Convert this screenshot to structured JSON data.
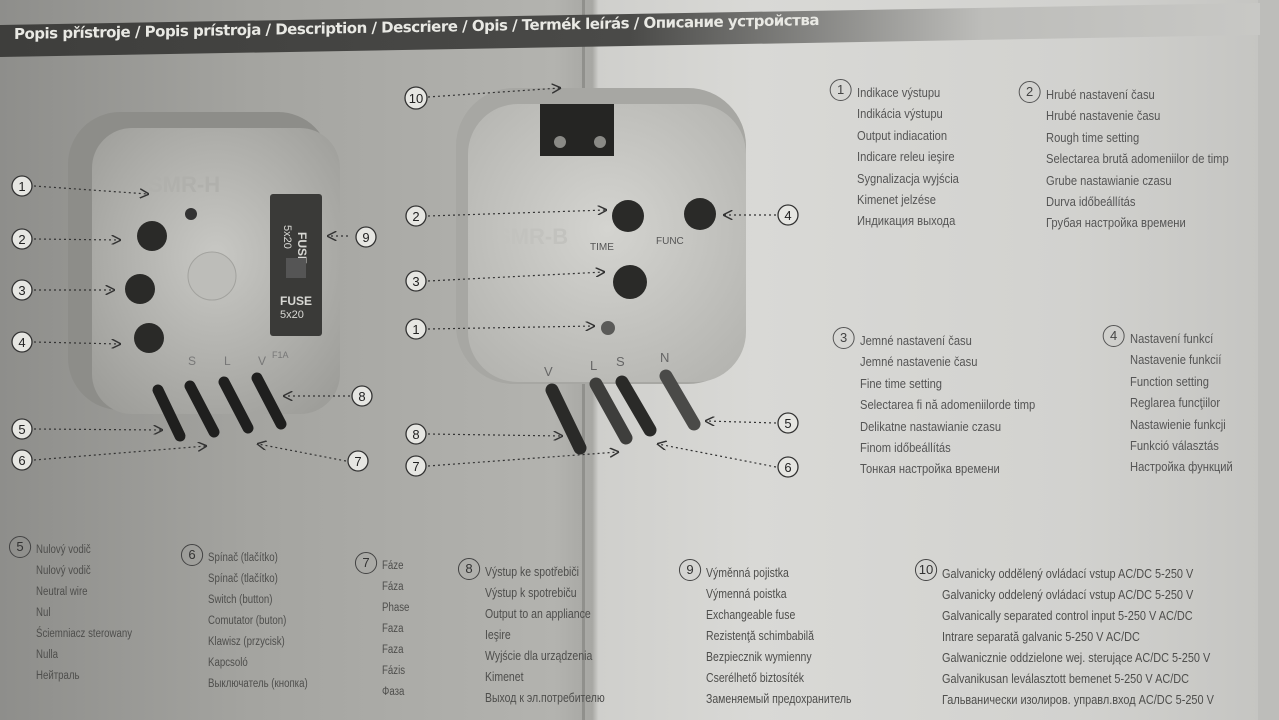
{
  "header": {
    "title": "Popis přístroje / Popis prístroja / Description / Descriere / Opis / Termék leírás / Описание устройства"
  },
  "device_left": {
    "brand": "SMR-H",
    "fuse_top": "FUSE",
    "fuse_top_size": "5x20",
    "fuse_bottom": "FUSE",
    "fuse_bottom_size": "5x20",
    "terminal_labels": [
      "S",
      "L",
      "V"
    ],
    "fuse_rating": "F1A"
  },
  "device_right": {
    "brand": "SMR-B",
    "dial_labels": [
      "TIME",
      "FUNC"
    ],
    "terminal_labels": [
      "V",
      "L",
      "S",
      "N"
    ]
  },
  "callouts_left": [
    "1",
    "2",
    "3",
    "4",
    "5",
    "6",
    "7",
    "8",
    "9"
  ],
  "callouts_right": [
    "10",
    "2",
    "3",
    "1",
    "4",
    "8",
    "7",
    "5",
    "6"
  ],
  "descriptions": [
    {
      "num": "1",
      "lines": [
        "Indikace výstupu",
        "Indikácia výstupu",
        "Output indiacation",
        "Indicare releu ieşire",
        "Sygnalizacja wyjścia",
        "Kimenet jelzése",
        "Индикация выхода"
      ]
    },
    {
      "num": "2",
      "lines": [
        "Hrubé nastavení času",
        "Hrubé nastavenie času",
        "Rough time setting",
        "Selectarea brută adomeniilor de timp",
        "Grube nastawianie czasu",
        "Durva időbeállítás",
        "Грубая настройка времени"
      ]
    },
    {
      "num": "3",
      "lines": [
        "Jemné nastavení času",
        "Jemné nastavenie času",
        "Fine time setting",
        "Selectarea fi nă adomeniilorde timp",
        "Delikatne nastawianie czasu",
        "Finom időbeállítás",
        "Тонкая настройка времени"
      ]
    },
    {
      "num": "4",
      "lines": [
        "Nastavení funkcí",
        "Nastavenie funkcií",
        "Function setting",
        "Reglarea funcţiilor",
        "Nastawienie funkcji",
        "Funkció választás",
        "Настройка функций"
      ]
    }
  ],
  "legend": [
    {
      "num": "5",
      "lines": [
        "Nulový vodič",
        "Nulový vodič",
        "Neutral wire",
        "Nul",
        "Ściemniacz sterowany",
        "Nulla",
        "Нейтраль"
      ]
    },
    {
      "num": "6",
      "lines": [
        "Spínač (tlačítko)",
        "Spínač (tlačítko)",
        "Switch (button)",
        "Comutator (buton)",
        "Klawisz (przycisk)",
        "Kapcsoló",
        "Выключатель (кнопка)"
      ]
    },
    {
      "num": "7",
      "lines": [
        "Fáze",
        "Fáza",
        "Phase",
        "Faza",
        "Faza",
        "Fázis",
        "Фаза"
      ]
    },
    {
      "num": "8",
      "lines": [
        "Výstup ke spotřebiči",
        "Výstup k spotrebiču",
        "Output to an appliance",
        "Ieşire",
        "Wyjście dla urządzenia",
        "Kimenet",
        "Выход к эл.потребителю"
      ]
    },
    {
      "num": "9",
      "lines": [
        "Výměnná pojistka",
        "Výmenná poistka",
        "Exchangeable fuse",
        "Rezistenţă schimbabilă",
        "Bezpiecznik wymienny",
        "Cserélhető biztosíték",
        "Заменяемый предохранитель"
      ]
    },
    {
      "num": "10",
      "lines": [
        "Galvanicky oddělený ovládací vstup AC/DC 5-250 V",
        "Galvanicky oddelený ovládací vstup AC/DC 5-250 V",
        "Galvanically separated control input 5-250 V AC/DC",
        "Intrare separată galvanic 5-250 V AC/DC",
        "Galwanicznie oddzielone wej. sterujące AC/DC 5-250 V",
        "Galvanikusan leválasztott bemenet 5-250 V AC/DC",
        "Гальванически изолиров. управл.вход AC/DC 5-250 V"
      ]
    }
  ],
  "colors": {
    "paper": "#d9d9d6",
    "header": "#444442",
    "text": "#555555",
    "device": "#b9b9b5",
    "knob": "#2a2a28"
  }
}
